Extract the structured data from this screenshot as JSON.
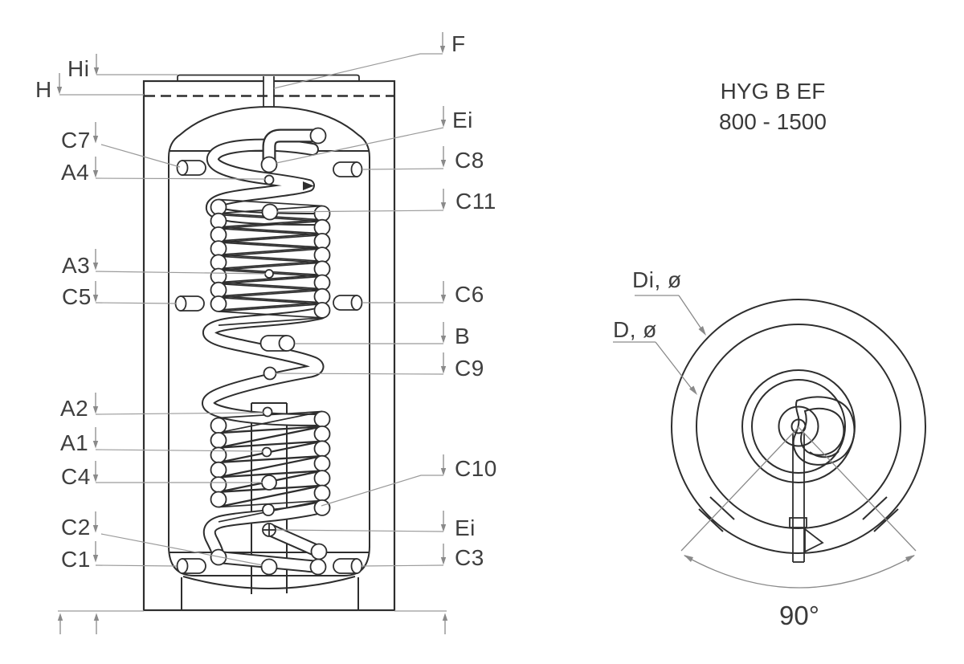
{
  "product": {
    "model": "HYG B EF",
    "range": "800 - 1500"
  },
  "front_view": {
    "left_labels": [
      "Hi",
      "H",
      "C7",
      "A4",
      "A3",
      "C5",
      "A2",
      "A1",
      "C4",
      "C2",
      "C1"
    ],
    "right_labels": [
      "F",
      "Ei",
      "C8",
      "C11",
      "C6",
      "B",
      "C9",
      "C10",
      "Ei",
      "C3"
    ]
  },
  "top_view": {
    "diameter_labels": [
      "Di, ø",
      "D, ø"
    ],
    "angle_label": "90°"
  }
}
